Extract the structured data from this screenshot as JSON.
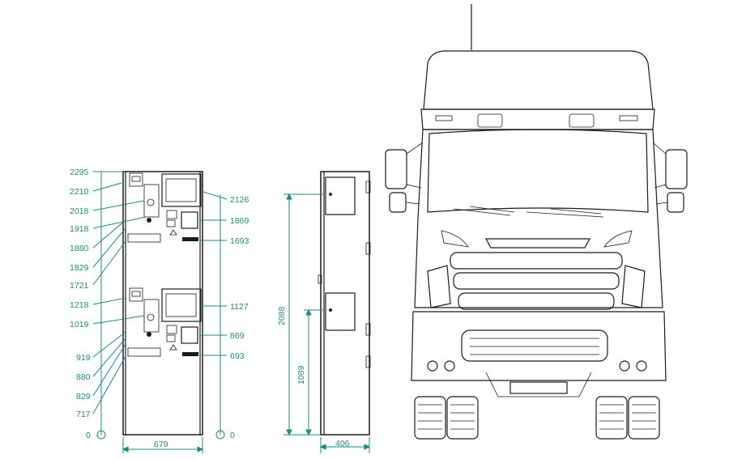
{
  "front_view": {
    "left_heights": [
      "2295",
      "2210",
      "2018",
      "1918",
      "1880",
      "1829",
      "1721",
      "1218",
      "1019",
      "919",
      "880",
      "829",
      "717",
      "0"
    ],
    "right_heights": [
      "2126",
      "1869",
      "1693",
      "1127",
      "869",
      "693",
      "0"
    ],
    "width": "679"
  },
  "side_view": {
    "total_height": "2088",
    "lower_height": "1089",
    "depth": "406"
  },
  "colors": {
    "dimension": "#1a8a86",
    "ink": "#1b1b1b"
  }
}
